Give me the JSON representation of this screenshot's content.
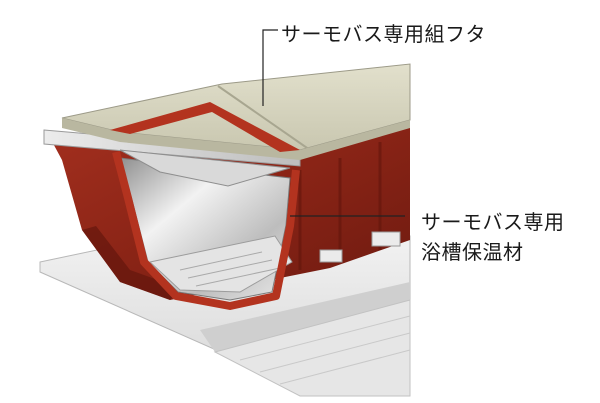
{
  "callouts": {
    "lid": "サーモバス専用組フタ",
    "insulation_line1": "サーモバス専用",
    "insulation_line2": "浴槽保温材"
  }
}
